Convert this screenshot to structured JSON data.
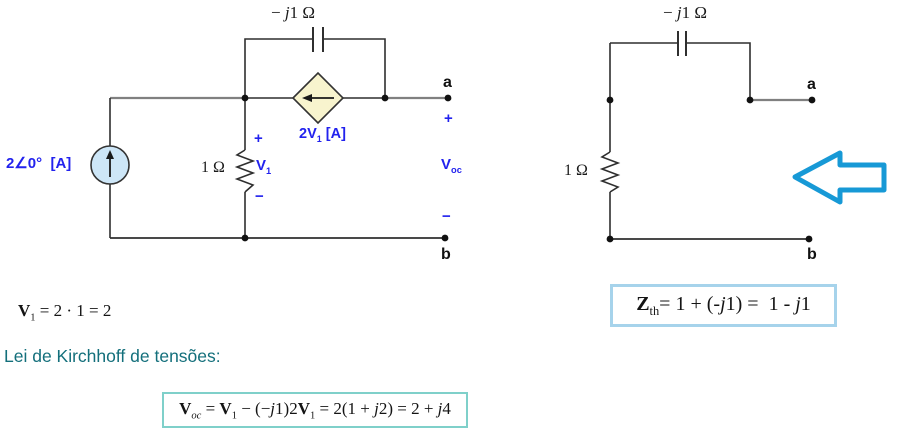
{
  "colors": {
    "blue_label": "#2222ee",
    "teal_heading": "#136f7b",
    "voc_box_border": "#7fd0ca",
    "zth_box_border": "#a6d3eb",
    "pointer_arrow": "#1799d6",
    "independent_source_fill": "#cde6f7",
    "dependent_source_fill": "#f8f4ce",
    "wire_gray": "#808080",
    "wire_black": "#2f2f2f"
  },
  "left_circuit": {
    "capacitor_label_segments": [
      {
        "t": "− "
      },
      {
        "t": "j",
        "i": true
      },
      {
        "t": "1 Ω"
      }
    ],
    "source_label": "2∠0°  [A]",
    "resistor_label": "1 Ω",
    "v1_plus": "+",
    "v1_label_segments": [
      {
        "t": "V",
        "b": true
      },
      {
        "t": "1",
        "sub": true
      }
    ],
    "v1_minus": "−",
    "dep_source_label_segments": [
      {
        "t": "2V"
      },
      {
        "t": "1",
        "sub": true
      },
      {
        "t": " [A]"
      }
    ],
    "terminal_a": "a",
    "voc_plus": "+",
    "voc_label_segments": [
      {
        "t": "V",
        "b": true
      },
      {
        "t": "oc",
        "sub": true
      }
    ],
    "voc_minus": "−",
    "terminal_b": "b"
  },
  "right_circuit": {
    "capacitor_label_segments": [
      {
        "t": "− "
      },
      {
        "t": "j",
        "i": true
      },
      {
        "t": "1 Ω"
      }
    ],
    "resistor_label": "1 Ω",
    "terminal_a": "a",
    "terminal_b": "b"
  },
  "equations": {
    "v1_value_segments": [
      {
        "t": "V",
        "b": true
      },
      {
        "t": "1",
        "sub": true
      },
      {
        "t": " = 2 · 1 = 2"
      }
    ],
    "kvl_heading": "Lei de Kirchhoff de tensões:",
    "voc_equation_segments": [
      {
        "t": "V",
        "b": true
      },
      {
        "t": "oc",
        "sub": true,
        "i": true
      },
      {
        "t": " = "
      },
      {
        "t": "V",
        "b": true
      },
      {
        "t": "1",
        "sub": true
      },
      {
        "t": " − (−"
      },
      {
        "t": "j",
        "i": true
      },
      {
        "t": "1)2"
      },
      {
        "t": "V",
        "b": true
      },
      {
        "t": "1",
        "sub": true
      },
      {
        "t": " = 2(1 + "
      },
      {
        "t": "j",
        "i": true
      },
      {
        "t": "2) = 2 + "
      },
      {
        "t": "j",
        "i": true
      },
      {
        "t": "4"
      }
    ],
    "zth_equation_segments": [
      {
        "t": "Z",
        "b": true
      },
      {
        "t": "th",
        "sub": true
      },
      {
        "t": "= 1 + (-"
      },
      {
        "t": "j",
        "i": true
      },
      {
        "t": "1) =  1 - "
      },
      {
        "t": "j",
        "i": true
      },
      {
        "t": "1"
      }
    ]
  }
}
